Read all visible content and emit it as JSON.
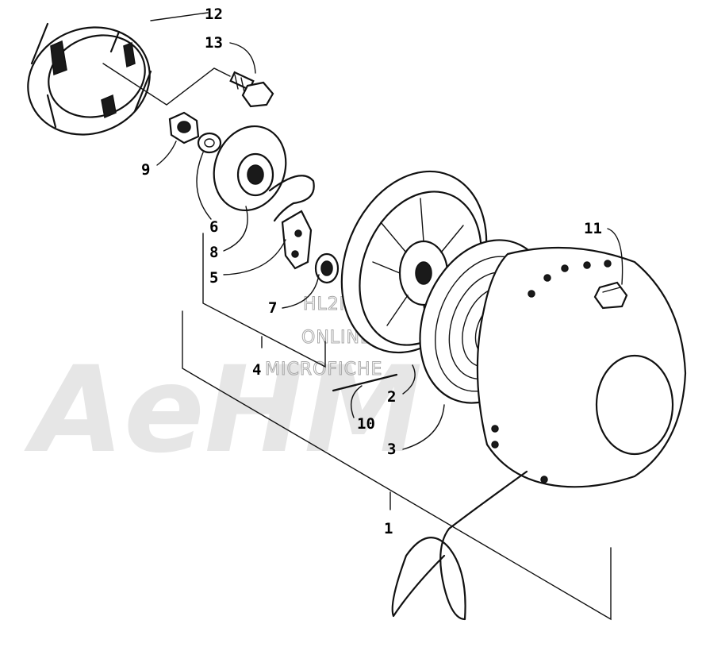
{
  "watermark": {
    "logo_text": "AeHM",
    "lines": [
      "HL2M'S",
      "ONLINE",
      "MICROFICHE"
    ]
  },
  "labels": {
    "p1": "1",
    "p2": "2",
    "p3": "3",
    "p4": "4",
    "p5": "5",
    "p6": "6",
    "p7": "7",
    "p8": "8",
    "p9": "9",
    "p10": "10",
    "p11": "11",
    "p12": "12",
    "p13": "13"
  },
  "colors": {
    "ink": "#111111",
    "watermark": "#e6e6e6"
  }
}
